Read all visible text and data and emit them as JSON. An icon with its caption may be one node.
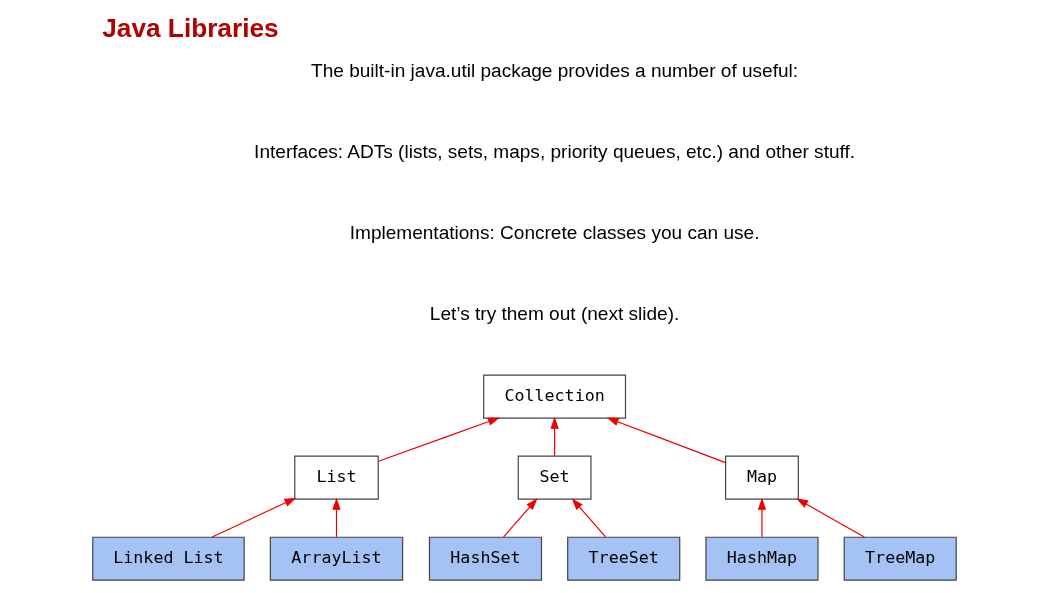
{
  "diagram": {
    "title": "Java Libraries",
    "nodes": [
      {
        "text": [
          "Collection"
        ]
      },
      {
        "text": [
          "List"
        ]
      },
      {
        "text": [
          "Set"
        ]
      },
      {
        "text": [
          "Map"
        ]
      },
      {
        "text": [
          "Linked List"
        ]
      },
      {
        "text": [
          "ArrayList"
        ]
      },
      {
        "text": [
          "HashSet"
        ]
      },
      {
        "text": [
          "TreeSet"
        ]
      },
      {
        "text": [
          "HashMap"
        ]
      },
      {
        "text": [
          "TreeMap"
        ]
      }
    ],
    "edges": [
      {
        "from": 1,
        "to": 0,
        "arrow": "to"
      },
      {
        "from": 2,
        "to": 0,
        "arrow": "to"
      },
      {
        "from": 3,
        "to": 0,
        "arrow": "to"
      },
      {
        "from": 4,
        "to": 1,
        "arrow": "to"
      },
      {
        "from": 5,
        "to": 1,
        "arrow": "to"
      },
      {
        "from": 6,
        "to": 2,
        "arrow": "to"
      },
      {
        "from": 7,
        "to": 2,
        "arrow": "to"
      },
      {
        "from": 8,
        "to": 3,
        "arrow": "to"
      },
      {
        "from": 9,
        "to": 3,
        "arrow": "to"
      }
    ],
    "labels": [
      "The built-in java.util package provides a number of useful:",
      "Interfaces: ADTs (lists, sets, maps, priority queues, etc.) and other stuff.",
      "Implementations: Concrete classes you can use.",
      "Let’s try them out (next slide)."
    ]
  }
}
